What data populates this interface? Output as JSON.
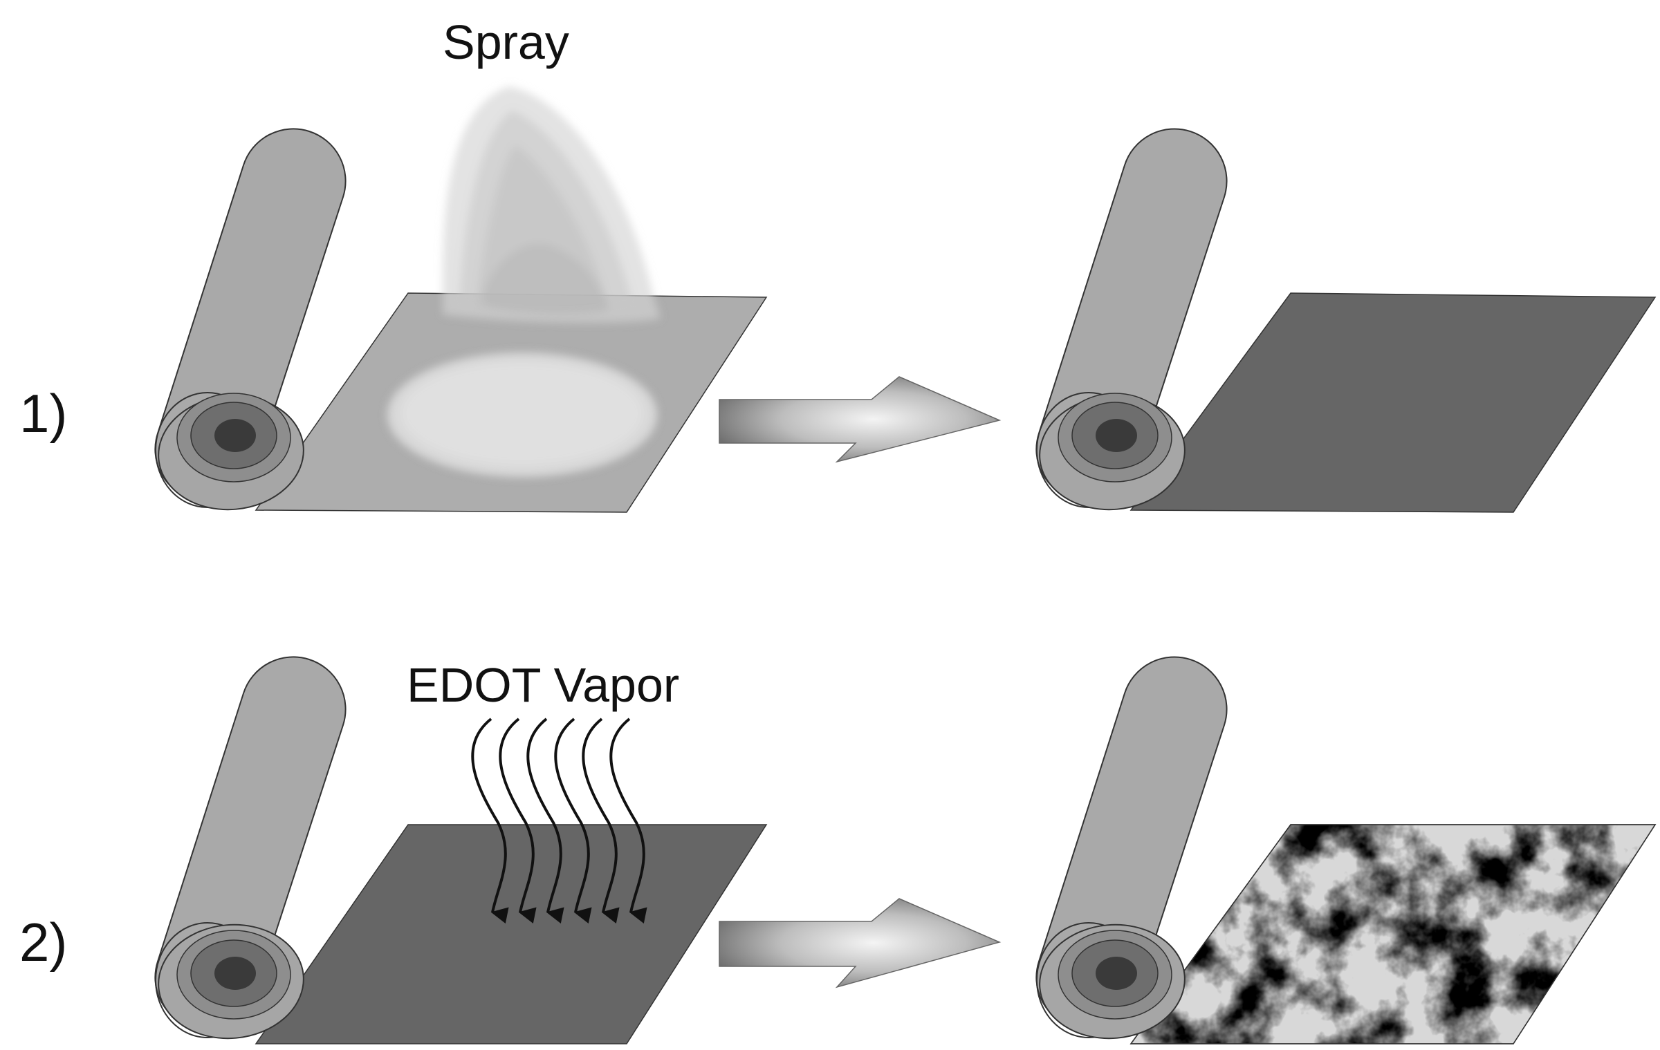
{
  "figure": {
    "step1": {
      "number": "1)",
      "caption": "Spray"
    },
    "step2": {
      "number": "2)",
      "caption": "EDOT Vapor"
    }
  },
  "colors": {
    "roll_outer": "#a9a9a9",
    "roll_ring": "#8e8e8e",
    "roll_core_ring": "#6e6e6e",
    "roll_core": "#3a3a3a",
    "sheet_plain": "#adadad",
    "sheet_coated": "#666666",
    "arrow_light": "#f2f2f2",
    "arrow_dark": "#737373"
  }
}
